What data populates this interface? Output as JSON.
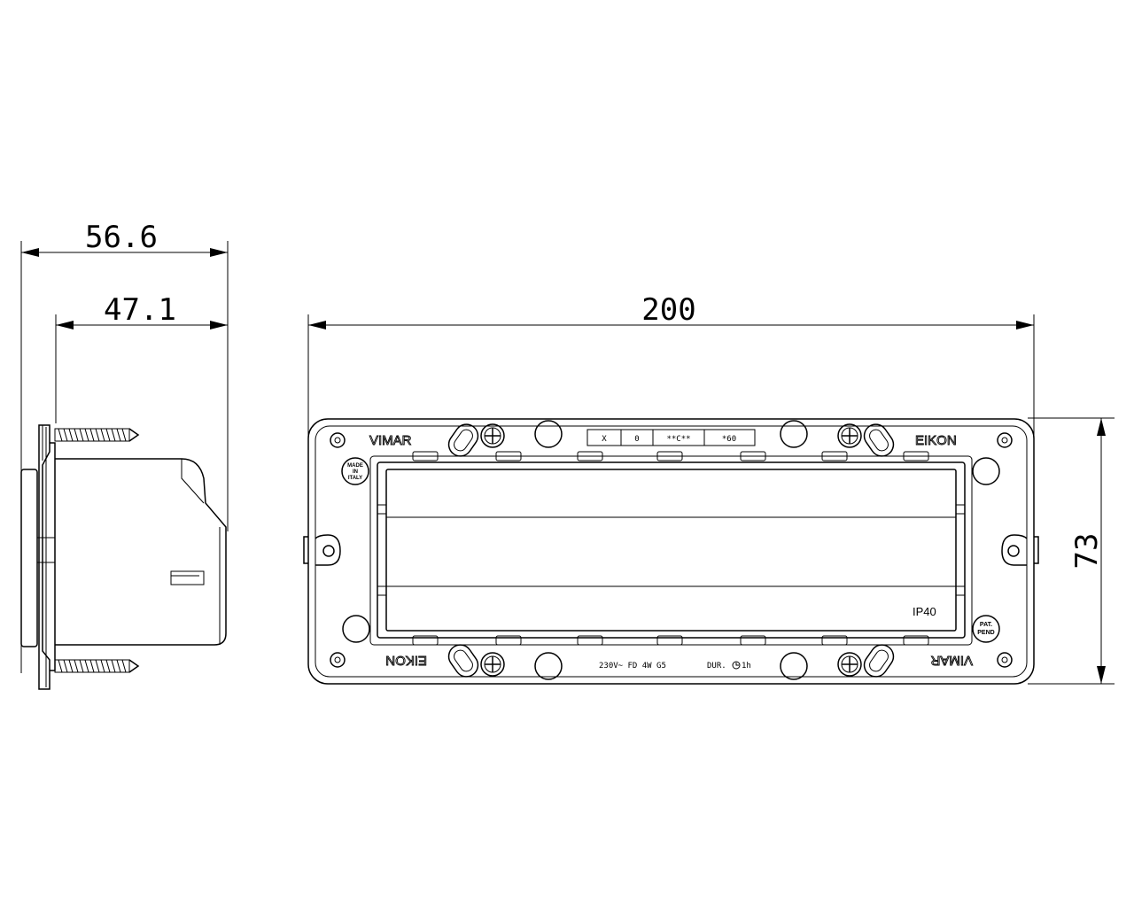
{
  "dimensions": {
    "overall_depth": "56.6",
    "body_depth": "47.1",
    "width": "200",
    "height": "73"
  },
  "frame_markings": {
    "brand_top_left": "VIMAR",
    "series_top_right": "EIKON",
    "brand_bottom_right": "VIMAR",
    "series_bottom_left": "EIKON",
    "origin_line1": "MADE",
    "origin_line2": "IN",
    "origin_line3": "ITALY",
    "patent_line1": "PAT.",
    "patent_line2": "PEND",
    "protection": "IP40",
    "code_cells": [
      "X",
      "0",
      "**C**",
      "*60"
    ],
    "rating": "230V~ FD 4W G5",
    "duration": "DUR.",
    "duration_value": "1h"
  }
}
